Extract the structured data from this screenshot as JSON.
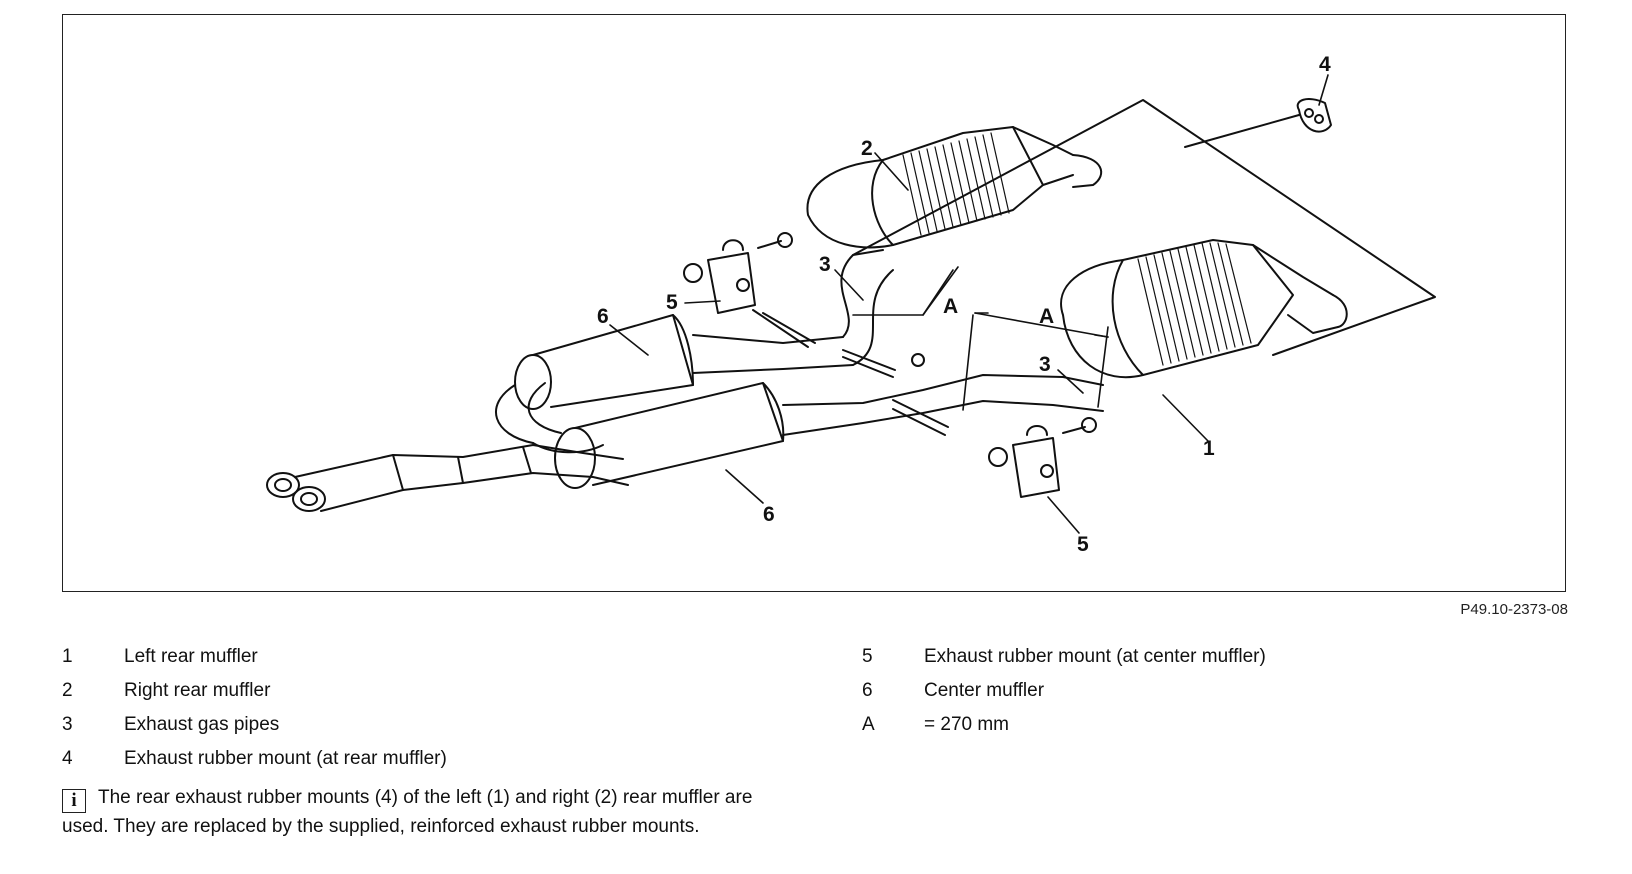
{
  "diagram": {
    "callouts": {
      "c1": "1",
      "c2": "2",
      "c3a": "3",
      "c3b": "3",
      "c4": "4",
      "c5a": "5",
      "c5b": "5",
      "c6a": "6",
      "c6b": "6",
      "dimA1": "A",
      "dimA2": "A"
    },
    "figure_id": "P49.10-2373-08"
  },
  "legend": {
    "left": [
      {
        "key": "1",
        "text": "Left rear muffler"
      },
      {
        "key": "2",
        "text": "Right rear muffler"
      },
      {
        "key": "3",
        "text": "Exhaust gas pipes"
      },
      {
        "key": "4",
        "text": "Exhaust rubber mount (at rear muffler)"
      }
    ],
    "right": [
      {
        "key": "5",
        "text": "Exhaust rubber mount (at center muffler)"
      },
      {
        "key": "6",
        "text": "Center muffler"
      },
      {
        "key": "A",
        "text": "= 270 mm"
      }
    ]
  },
  "note": {
    "icon": "info-icon",
    "text": "The rear exhaust rubber mounts (4) of the left (1) and right (2) rear muffler are used. They are replaced by the supplied, reinforced exhaust rubber mounts."
  }
}
